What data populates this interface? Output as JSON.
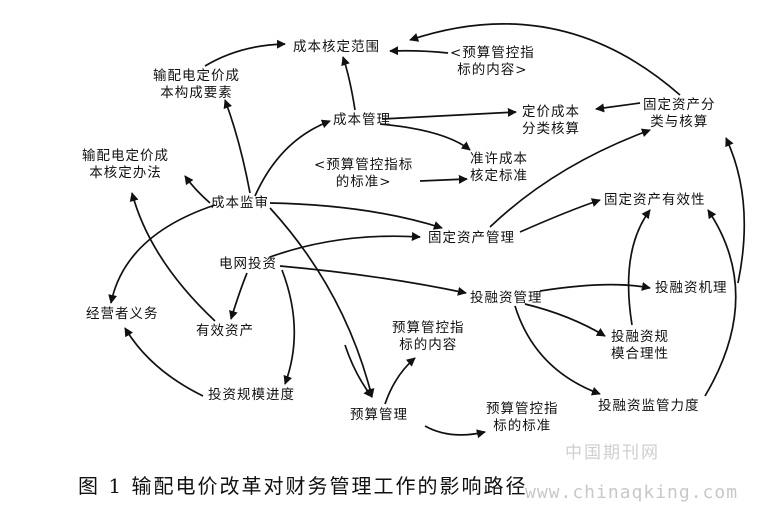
{
  "nodes": {
    "cost_scope": [
      "成本核定范围"
    ],
    "budget_content_top": [
      "<预算管控指",
      "标的内容>"
    ],
    "cost_elements": [
      "输配电定价成",
      "本构成要素"
    ],
    "cost_management": [
      "成本管理"
    ],
    "pricing_cost_class": [
      "定价成本",
      "分类核算"
    ],
    "fixed_asset_class": [
      "固定资产分",
      "类与核算"
    ],
    "cost_method": [
      "输配电定价成",
      "本核定办法"
    ],
    "budget_standard_mid": [
      "<预算管控指标",
      "的标准>"
    ],
    "allowed_cost_standard": [
      "准许成本",
      "核定标准"
    ],
    "cost_audit": [
      "成本监审"
    ],
    "fixed_asset_effect": [
      "固定资产有效性"
    ],
    "fixed_asset_mgmt": [
      "固定资产管理"
    ],
    "grid_investment": [
      "电网投资"
    ],
    "investment_financing_mgmt": [
      "投融资管理"
    ],
    "investment_financing_mech": [
      "投融资机理"
    ],
    "operator_obligation": [
      "经营者义务"
    ],
    "effective_assets": [
      "有效资产"
    ],
    "budget_content_low": [
      "预算管控指",
      "标的内容"
    ],
    "financing_scale": [
      "投融资规",
      "模合理性"
    ],
    "investment_progress": [
      "投资规模进度"
    ],
    "budget_mgmt": [
      "预算管理"
    ],
    "budget_standard_low": [
      "预算管控指",
      "标的标准"
    ],
    "financing_supervision": [
      "投融资监管力度"
    ]
  },
  "caption": "图 1 输配电价改革对财务管理工作的影响路径",
  "watermark": {
    "cn": "中国期刊网",
    "url": "www.chinaqking.com"
  },
  "colors": {
    "line": "#111111",
    "watermark": "#c8c8c8"
  }
}
